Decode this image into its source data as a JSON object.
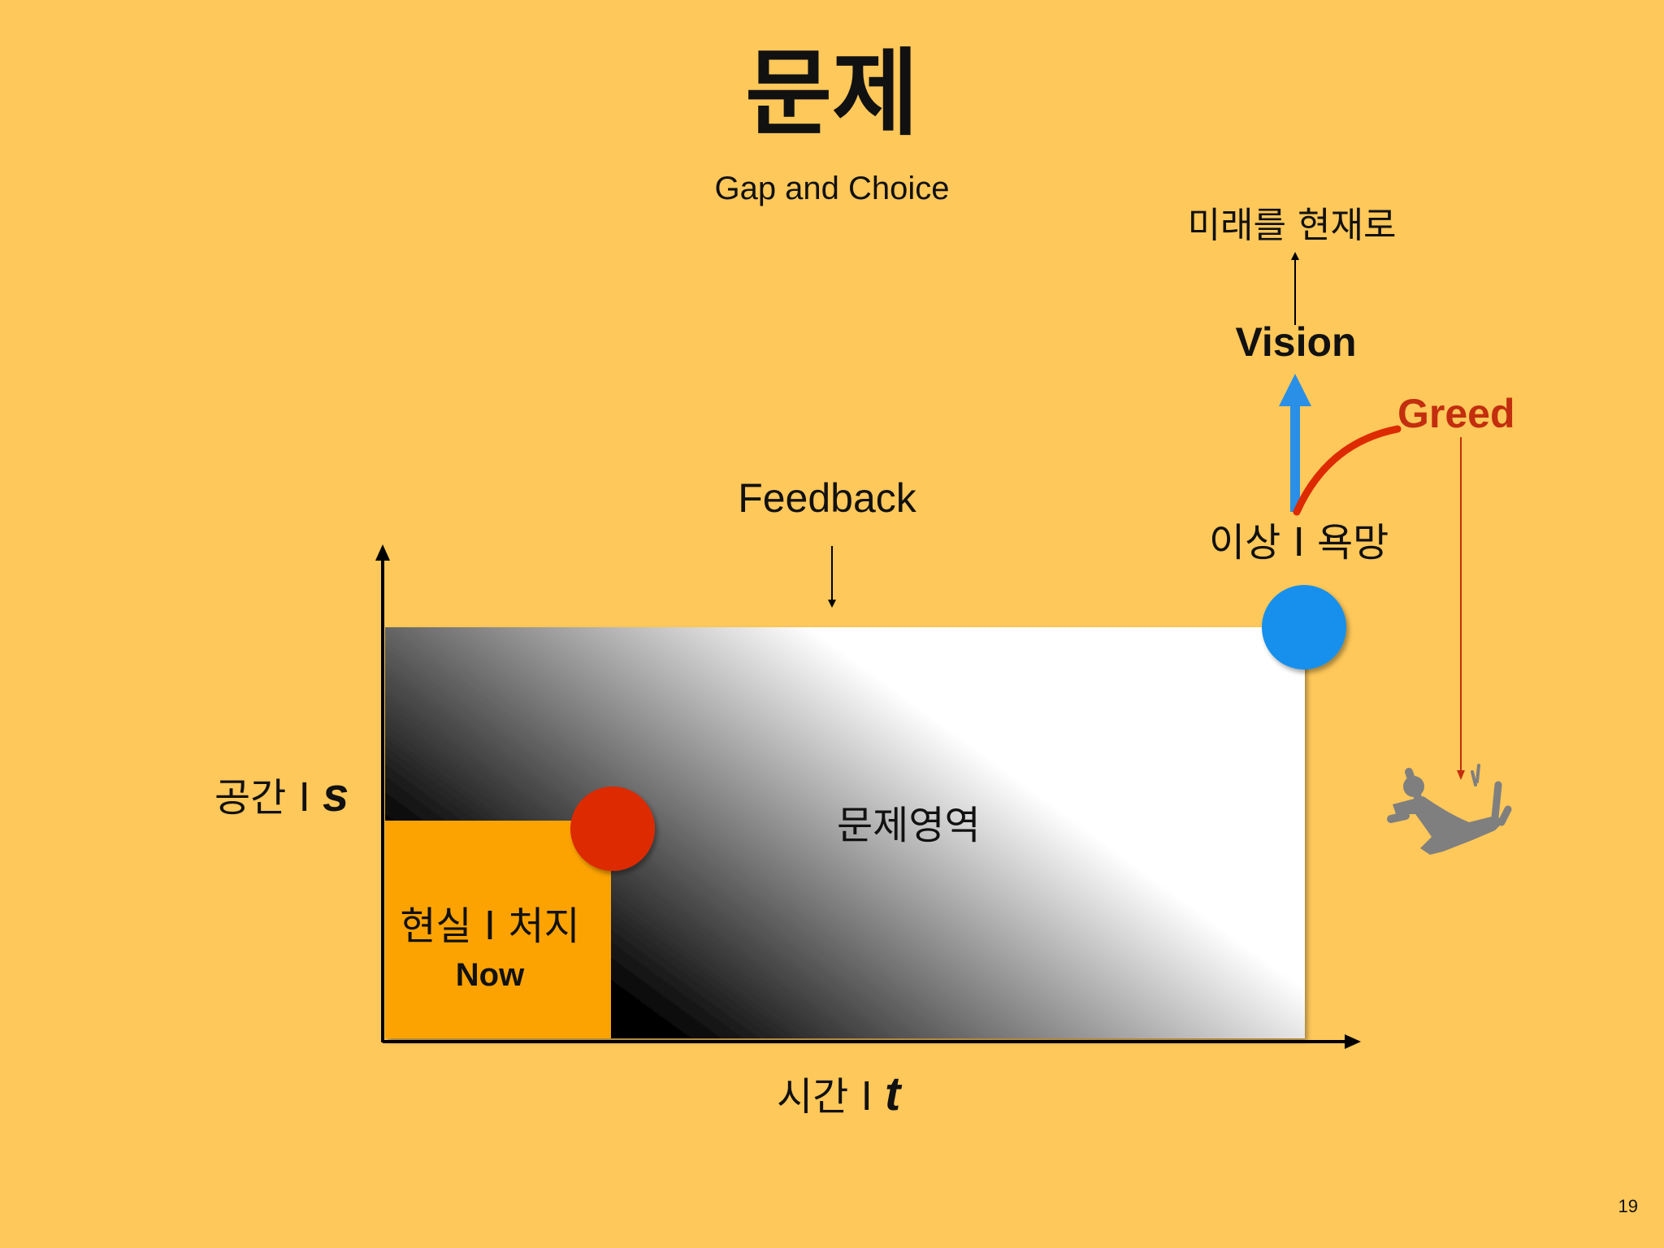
{
  "slide": {
    "title": "문제",
    "subtitle": "Gap and Choice",
    "page_number": "19"
  },
  "diagram": {
    "feedback_label": "Feedback",
    "future_label": "미래를 현재로",
    "vision_label": "Vision",
    "greed_label": "Greed",
    "ideal_label": "이상 I 욕망",
    "y_axis_label": "공간 I ",
    "y_axis_symbol": "s",
    "x_axis_label": "시간 I ",
    "x_axis_symbol": "t",
    "problem_area_label": "문제영역",
    "reality_label": "현실 I 처지",
    "now_label": "Now"
  },
  "colors": {
    "background": "#FEC85A",
    "now_box": "#FCA302",
    "now_dot": "#DD2A00",
    "ideal_dot": "#1390EC",
    "vision_arrow": "#2A8FE6",
    "greed_curve": "#DD2A00",
    "greed_text": "#C22E0E",
    "falling_figure": "#7F7F7F"
  }
}
